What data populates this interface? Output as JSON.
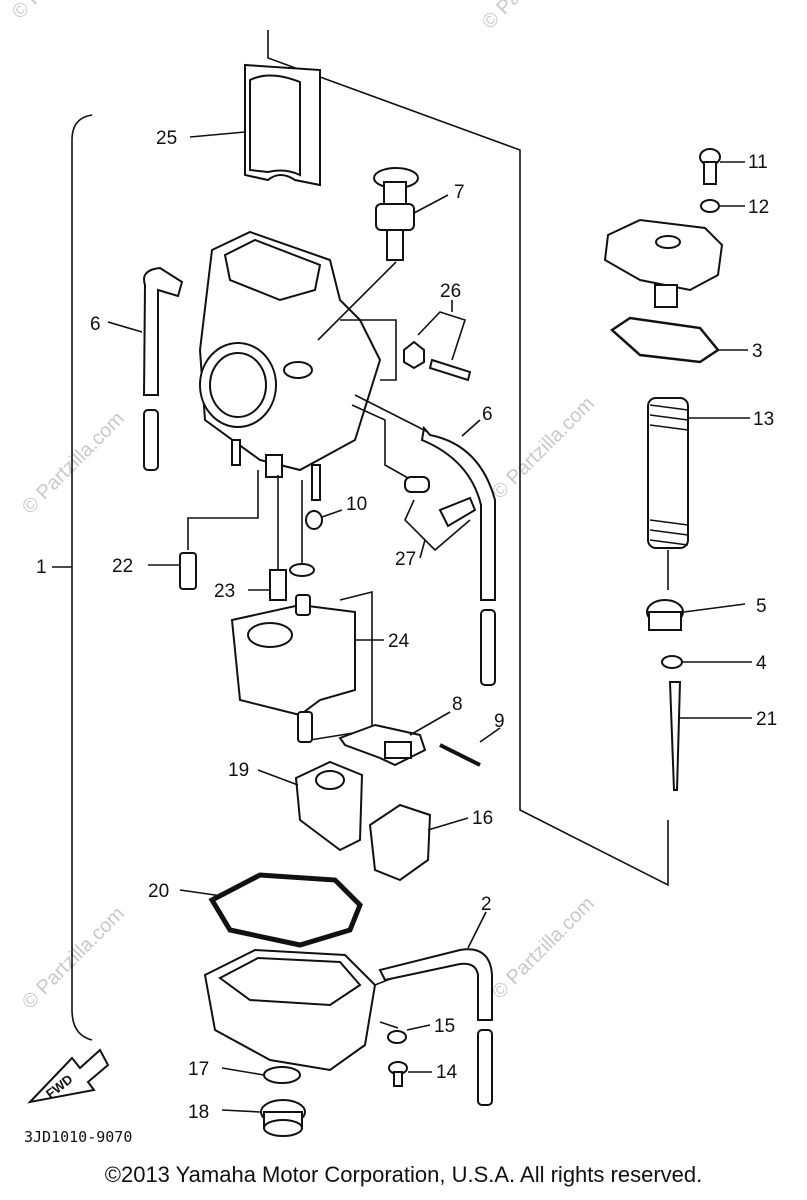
{
  "watermark": "© Partzilla.com",
  "diagram_code": "3JD1010-9070",
  "fwd_label": "FWD",
  "copyright": "©2013  Yamaha Motor Corporation, U.S.A. All rights reserved.",
  "callouts": {
    "c1": "1",
    "c2": "2",
    "c3": "3",
    "c4": "4",
    "c5": "5",
    "c6a": "6",
    "c6b": "6",
    "c7": "7",
    "c8": "8",
    "c9": "9",
    "c10": "10",
    "c11": "11",
    "c12": "12",
    "c13": "13",
    "c14": "14",
    "c15": "15",
    "c16": "16",
    "c17": "17",
    "c18": "18",
    "c19": "19",
    "c20": "20",
    "c21": "21",
    "c22": "22",
    "c23": "23",
    "c24": "24",
    "c25": "25",
    "c26": "26",
    "c27": "27"
  }
}
